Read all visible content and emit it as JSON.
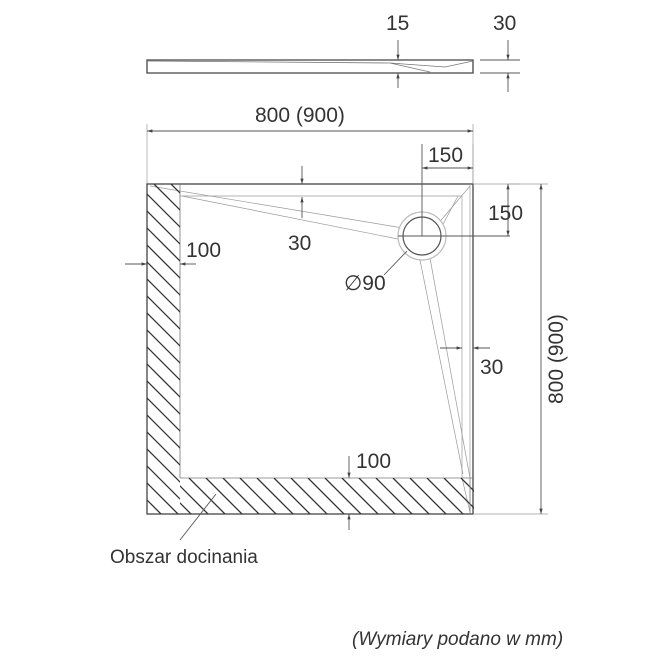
{
  "dimensions": {
    "profile_slope_height": "15",
    "profile_total_height": "30",
    "top_width": "800 (900)",
    "drain_offset_x": "150",
    "drain_offset_y": "150",
    "slope_top_depth": "30",
    "left_trim_width": "100",
    "drain_diameter": "∅90",
    "slope_right_depth": "30",
    "bottom_trim_width": "100",
    "right_height": "800 (900)"
  },
  "labels": {
    "cut_area": "Obszar docinania",
    "units_note": "(Wymiary podano w mm)"
  }
}
